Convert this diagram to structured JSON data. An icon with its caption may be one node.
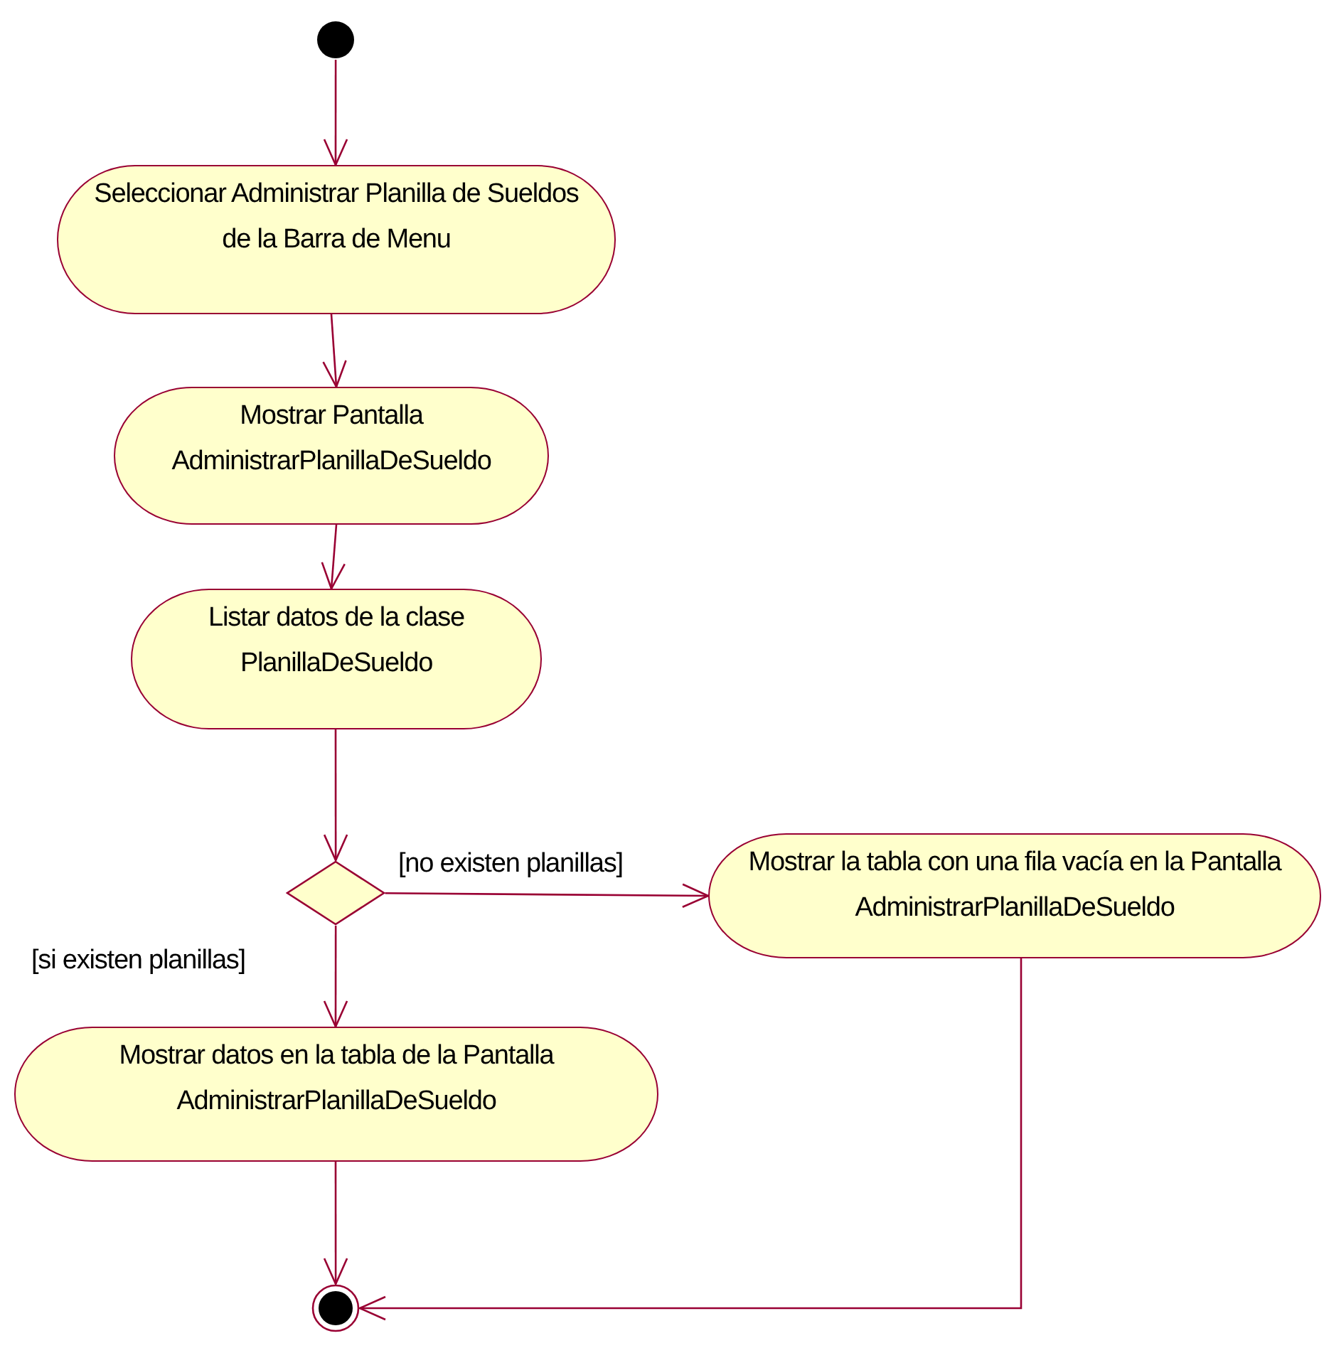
{
  "diagram": {
    "nodes": [
      {
        "text": [],
        "shape": "circle"
      },
      {
        "text": [
          "Seleccionar Administrar Planilla de Sueldos de la Barra de Menu"
        ]
      },
      {
        "text": [
          "Mostrar Pantalla AdministrarPlanillaDeSueldo"
        ]
      },
      {
        "text": [
          "Listar datos de la clase PlanillaDeSueldo"
        ]
      },
      {
        "text": [],
        "shape": "diamond"
      },
      {
        "text": [
          "Mostrar la tabla con una fila vacía en la Pantalla AdministrarPlanillaDeSueldo"
        ]
      },
      {
        "text": [
          "Mostrar datos en la tabla de la Pantalla AdministrarPlanillaDeSueldo"
        ]
      },
      {
        "text": [],
        "shape": "circle"
      }
    ],
    "edges": [
      {
        "from": 0,
        "to": 1,
        "arrow": "to"
      },
      {
        "from": 1,
        "to": 2,
        "arrow": "to"
      },
      {
        "from": 2,
        "to": 3,
        "arrow": "to"
      },
      {
        "from": 3,
        "to": 4,
        "arrow": "to"
      },
      {
        "from": 4,
        "to": 5,
        "arrow": "to",
        "label": "[no existen planillas]"
      },
      {
        "from": 4,
        "to": 6,
        "arrow": "to",
        "label": "[si existen planillas]"
      },
      {
        "from": 6,
        "to": 7,
        "arrow": "to"
      },
      {
        "from": 5,
        "to": 7,
        "arrow": "to"
      }
    ]
  }
}
